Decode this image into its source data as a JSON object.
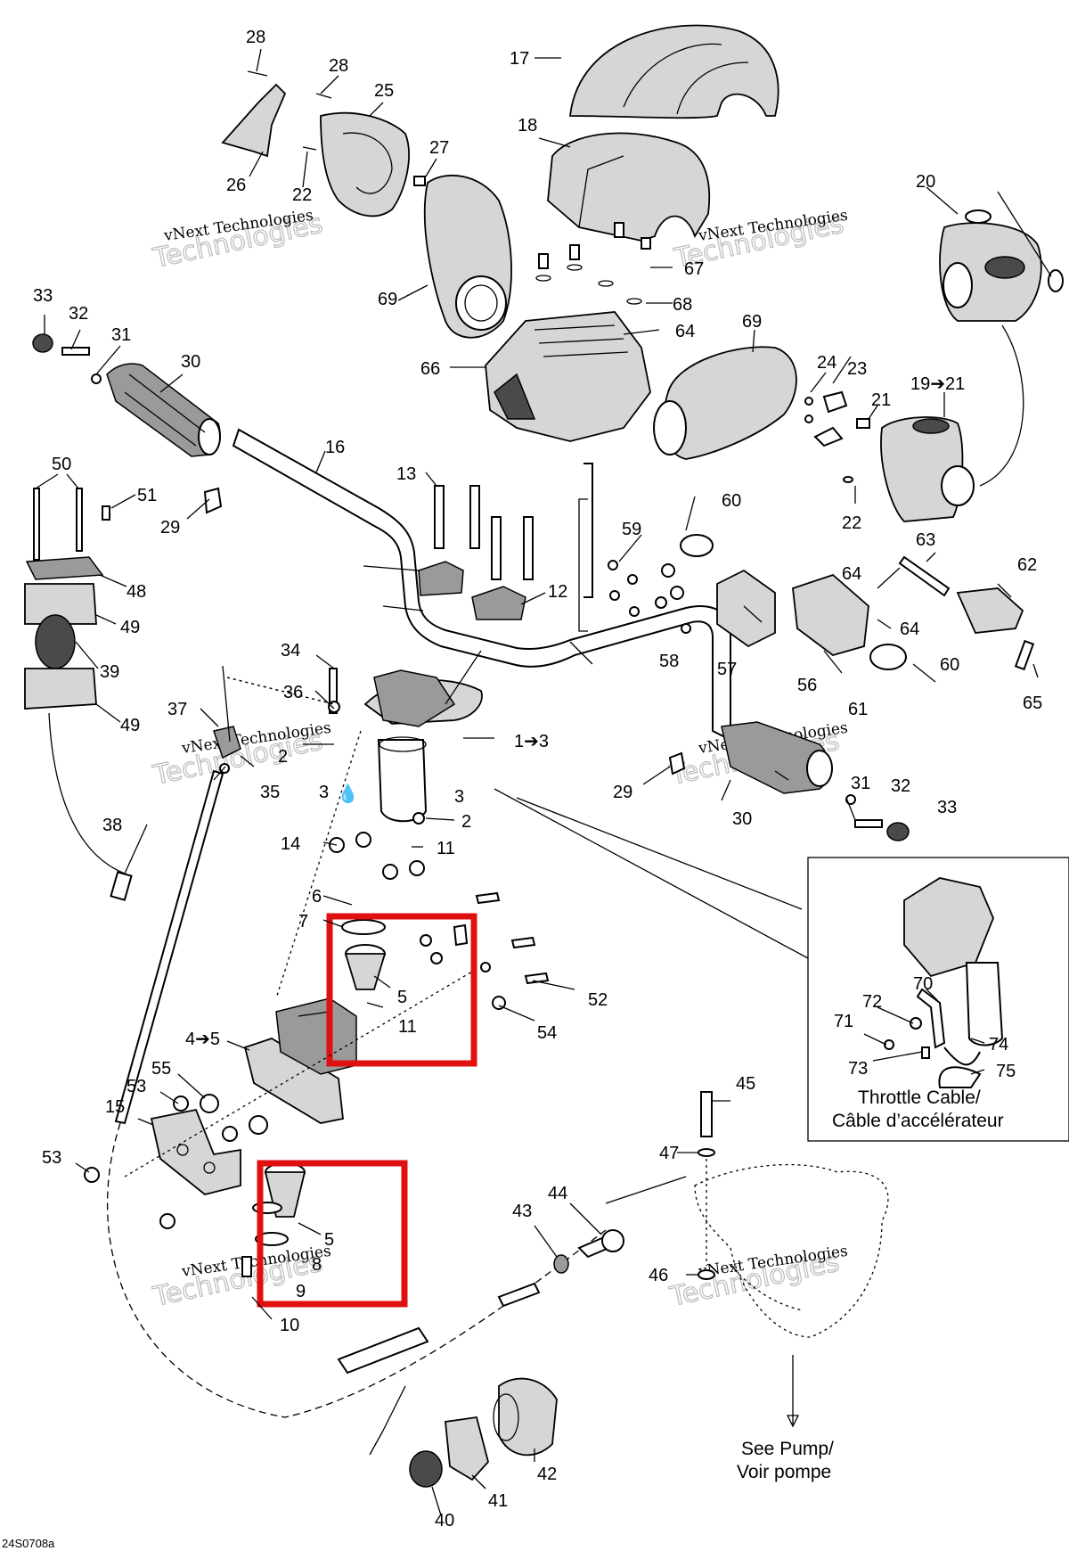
{
  "labels": {
    "l1_3": "1➔3",
    "l2a": "2",
    "l2b": "2",
    "l3a": "3",
    "l3b": "3",
    "l4_5": "4➔5",
    "l5a": "5",
    "l5b": "5",
    "l6": "6",
    "l7": "7",
    "l8": "8",
    "l9": "9",
    "l10": "10",
    "l11a": "11",
    "l11b": "11",
    "l12": "12",
    "l13": "13",
    "l14": "14",
    "l15": "15",
    "l16": "16",
    "l17": "17",
    "l18": "18",
    "l19_21": "19➔21",
    "l20": "20",
    "l21": "21",
    "l22a": "22",
    "l22b": "22",
    "l23": "23",
    "l24": "24",
    "l25": "25",
    "l26": "26",
    "l27": "27",
    "l28a": "28",
    "l28b": "28",
    "l29a": "29",
    "l29b": "29",
    "l30a": "30",
    "l30b": "30",
    "l31a": "31",
    "l31b": "31",
    "l32a": "32",
    "l32b": "32",
    "l33a": "33",
    "l33b": "33",
    "l34": "34",
    "l35": "35",
    "l36": "36",
    "l37": "37",
    "l38": "38",
    "l39": "39",
    "l40": "40",
    "l41": "41",
    "l42": "42",
    "l43": "43",
    "l44": "44",
    "l45": "45",
    "l46": "46",
    "l47": "47",
    "l48": "48",
    "l49a": "49",
    "l49b": "49",
    "l50": "50",
    "l51": "51",
    "l52": "52",
    "l53a": "53",
    "l53b": "53",
    "l54": "54",
    "l55": "55",
    "l56": "56",
    "l57": "57",
    "l58": "58",
    "l59": "59",
    "l60a": "60",
    "l60b": "60",
    "l61": "61",
    "l62": "62",
    "l63": "63",
    "l64a": "64",
    "l64b": "64",
    "l64c": "64",
    "l65": "65",
    "l66": "66",
    "l67": "67",
    "l68": "68",
    "l69a": "69",
    "l69b": "69",
    "l70": "70",
    "l71": "71",
    "l72": "72",
    "l73": "73",
    "l74": "74",
    "l75": "75"
  },
  "captions": {
    "throttle_en": "Throttle Cable/",
    "throttle_fr": "Câble d’accélérateur",
    "pump_en": "See Pump/",
    "pump_fr": "Voir pompe"
  },
  "watermark": {
    "line1": "vNext Technologies",
    "line2": "Technologies"
  },
  "figure_ref": "24S0708a",
  "colors": {
    "highlight": "#e01010",
    "line": "#000000"
  }
}
